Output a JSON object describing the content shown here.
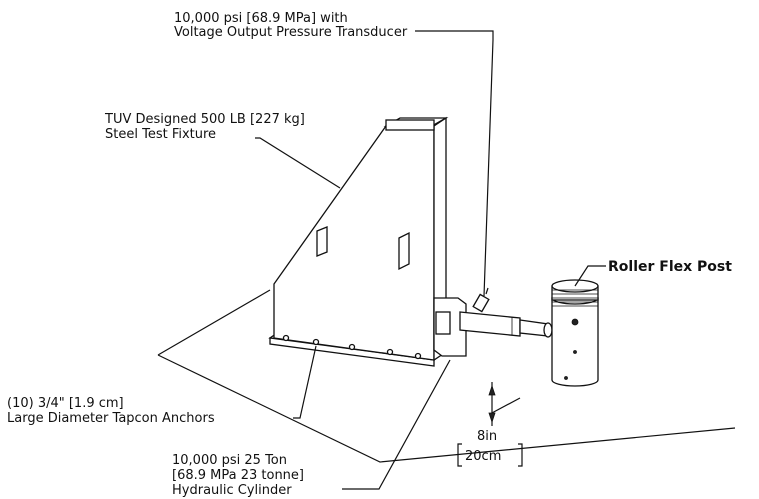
{
  "callouts": {
    "transducer": {
      "line1": "10,000 psi [68.9 MPa] with",
      "line2": "Voltage Output Pressure Transducer"
    },
    "fixture": {
      "line1": "TUV Designed 500 LB [227 kg]",
      "line2": "Steel Test Fixture"
    },
    "post": {
      "line1": "Roller Flex Post"
    },
    "anchors": {
      "line1": "(10) 3/4\" [1.9 cm]",
      "line2": "Large Diameter Tapcon Anchors"
    },
    "cylinder": {
      "line1": "10,000 psi 25 Ton",
      "line2": "[68.9 MPa 23 tonne]",
      "line3": "Hydraulic Cylinder"
    },
    "dimension": {
      "value": "8in",
      "metric": "20cm"
    }
  }
}
